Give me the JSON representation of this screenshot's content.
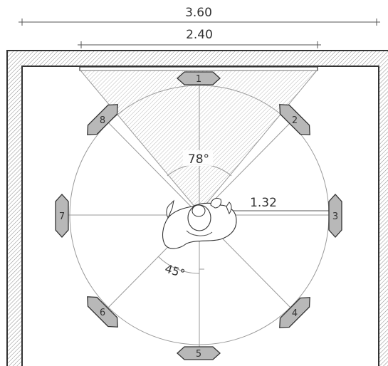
{
  "dimensions": {
    "outer_width": "3.60",
    "inner_width": "2.40",
    "radius": "1.32"
  },
  "angles": {
    "listening_cone": "78°",
    "speaker_spacing": "45°"
  },
  "speakers": [
    {
      "id": "spk-1",
      "label": "1"
    },
    {
      "id": "spk-2",
      "label": "2"
    },
    {
      "id": "spk-3",
      "label": "3"
    },
    {
      "id": "spk-4",
      "label": "4"
    },
    {
      "id": "spk-5",
      "label": "5"
    },
    {
      "id": "spk-6",
      "label": "6"
    },
    {
      "id": "spk-7",
      "label": "7"
    },
    {
      "id": "spk-8",
      "label": "8"
    }
  ],
  "colors": {
    "speaker_fill": "#b8b8b8",
    "hatch": "#999999",
    "lines": "#555555"
  }
}
